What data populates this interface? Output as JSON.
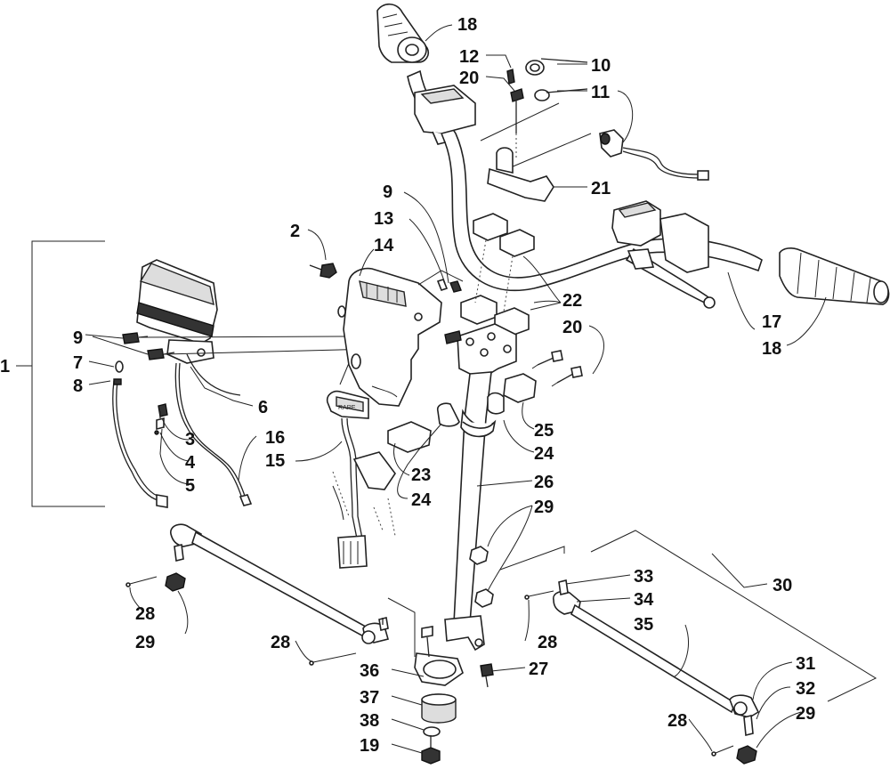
{
  "callouts": {
    "c1": "1",
    "c2": "2",
    "c3": "3",
    "c4": "4",
    "c5": "5",
    "c6": "6",
    "c7": "7",
    "c8": "8",
    "c9a": "9",
    "c9b": "9",
    "c10": "10",
    "c11": "11",
    "c12": "12",
    "c13": "13",
    "c14": "14",
    "c15": "15",
    "c16": "16",
    "c17": "17",
    "c18a": "18",
    "c18b": "18",
    "c19": "19",
    "c20a": "20",
    "c20b": "20",
    "c21": "21",
    "c22": "22",
    "c23": "23",
    "c24a": "24",
    "c24b": "24",
    "c25": "25",
    "c26": "26",
    "c27": "27",
    "c28a": "28",
    "c28b": "28",
    "c28c": "28",
    "c28d": "28",
    "c29a": "29",
    "c29b": "29",
    "c29c": "29",
    "c30": "30",
    "c31": "31",
    "c32": "32",
    "c33": "33",
    "c34": "34",
    "c35": "35",
    "c36": "36",
    "c37": "37",
    "c38": "38"
  },
  "speedometer_label": "RARE"
}
